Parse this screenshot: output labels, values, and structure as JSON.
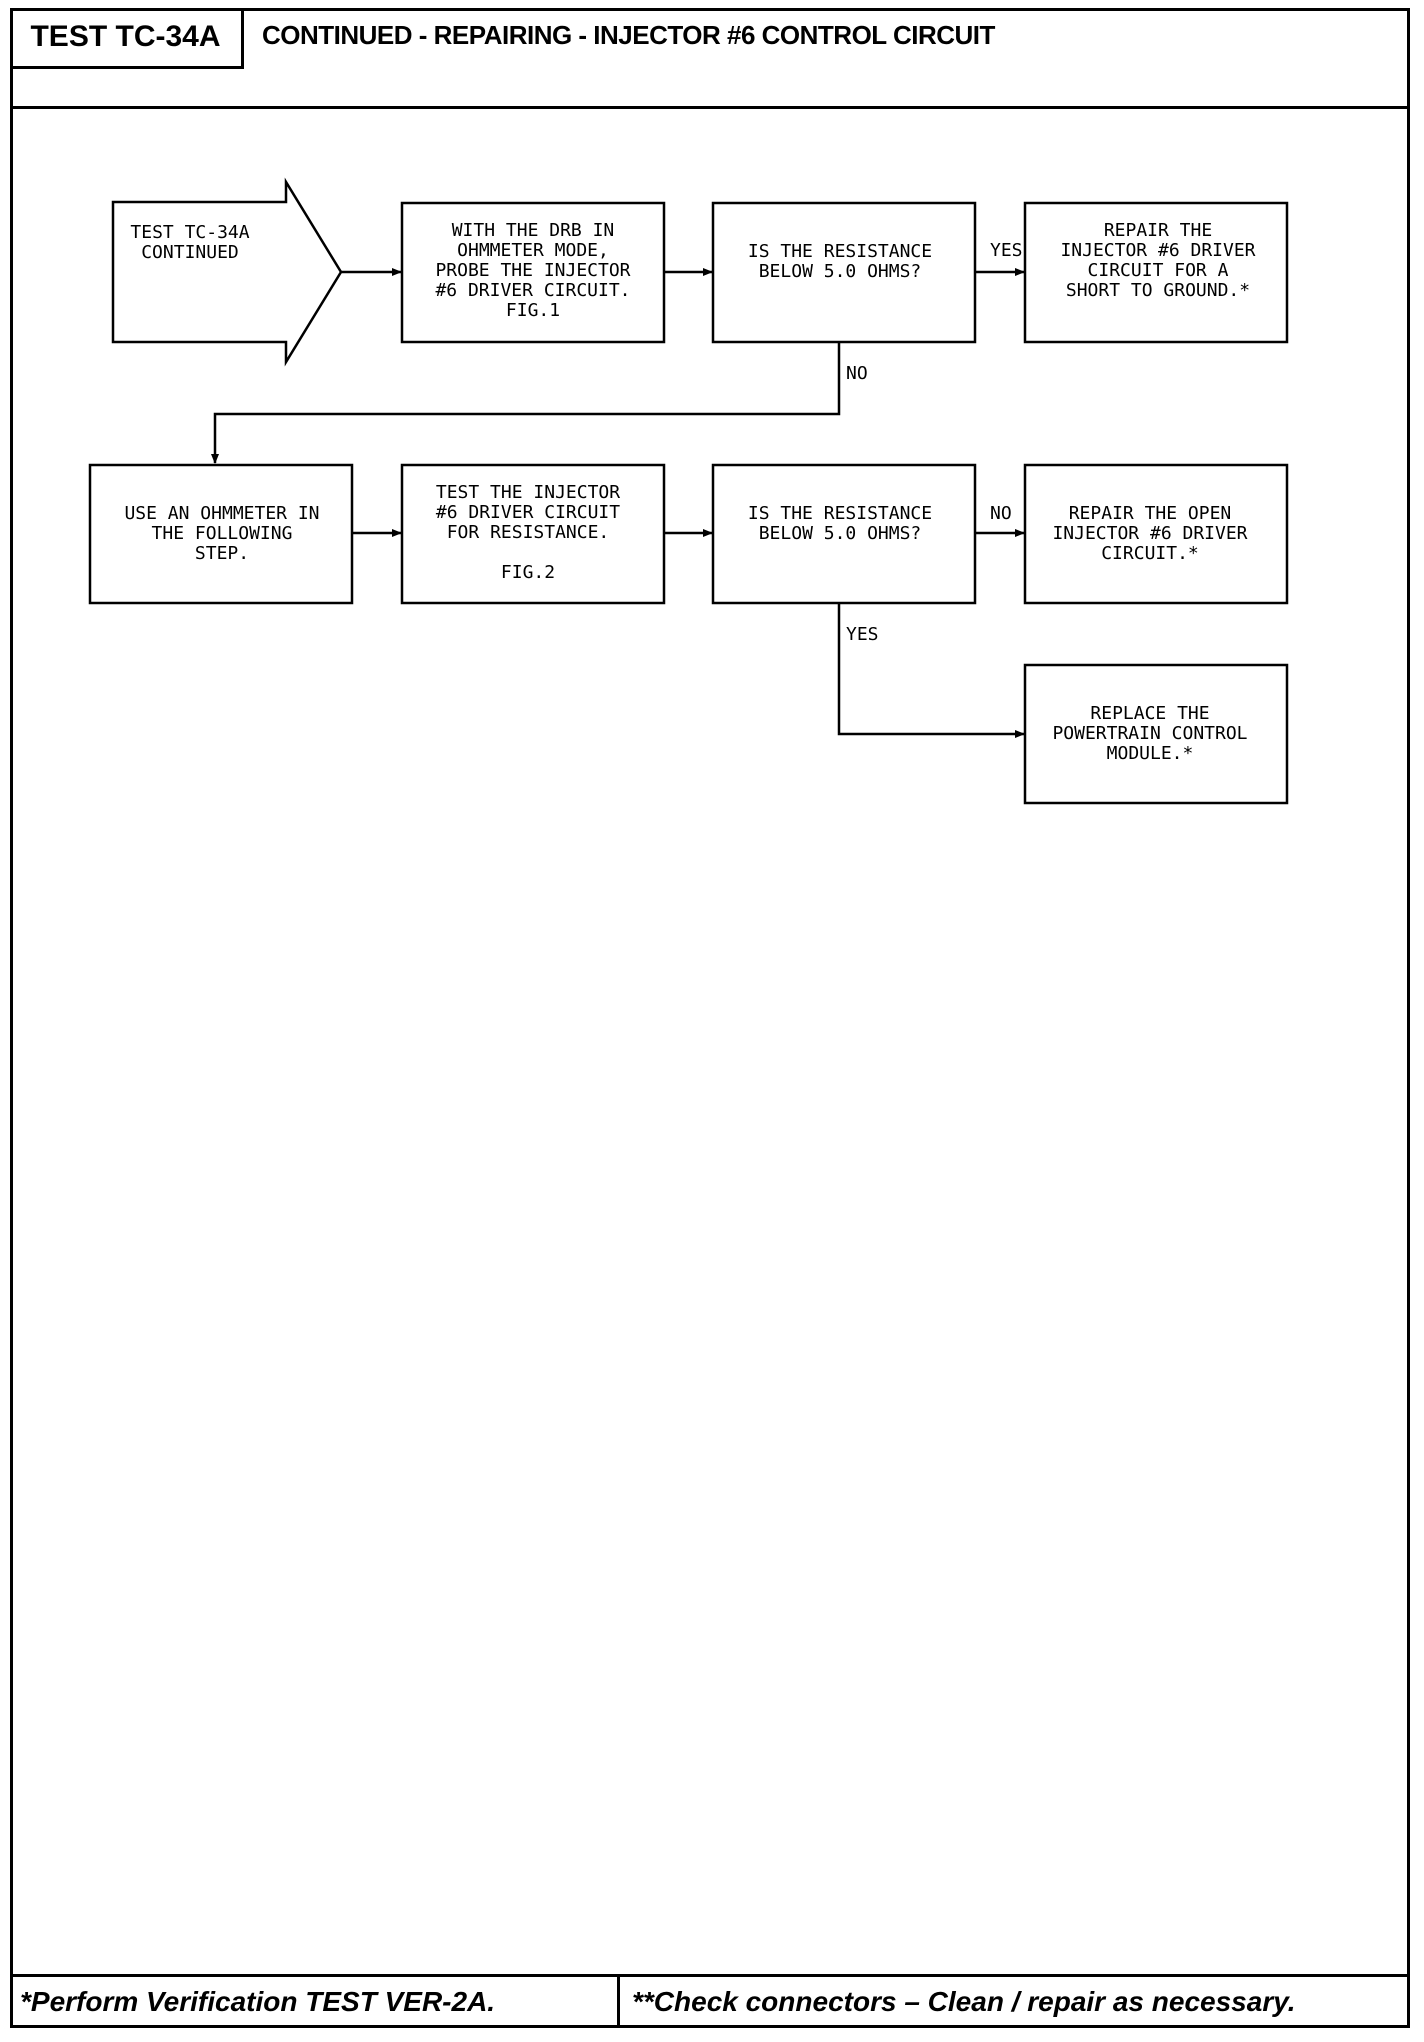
{
  "header": {
    "test_id": "TEST TC-34A",
    "title": "CONTINUED -  REPAIRING - INJECTOR #6 CONTROL CIRCUIT"
  },
  "flowchart": {
    "start": [
      "TEST TC-34A",
      "CONTINUED"
    ],
    "step_probe": [
      "WITH THE DRB IN",
      "OHMMETER MODE,",
      "PROBE THE INJECTOR",
      "#6 DRIVER CIRCUIT.",
      "FIG.1"
    ],
    "decision_1": [
      "IS THE RESISTANCE",
      "BELOW 5.0 OHMS?"
    ],
    "result_short": [
      "REPAIR THE",
      "INJECTOR #6 DRIVER",
      "CIRCUIT FOR A",
      "SHORT TO GROUND.*"
    ],
    "step_ohmmeter": [
      "USE AN OHMMETER IN",
      "THE FOLLOWING",
      "STEP."
    ],
    "step_test": [
      "TEST THE INJECTOR",
      "#6 DRIVER CIRCUIT",
      "FOR RESISTANCE.",
      "",
      "FIG.2"
    ],
    "decision_2": [
      "IS THE RESISTANCE",
      "BELOW 5.0 OHMS?"
    ],
    "result_open": [
      "REPAIR THE OPEN",
      "INJECTOR #6 DRIVER",
      "CIRCUIT.*"
    ],
    "result_replace": [
      "REPLACE THE",
      "POWERTRAIN CONTROL",
      "MODULE.*"
    ],
    "labels": {
      "yes_1": "YES",
      "no_1": "NO",
      "no_2": "NO",
      "yes_2": "YES"
    }
  },
  "footer": {
    "left": "*Perform Verification TEST VER-2A.",
    "right": "**Check connectors – Clean / repair as necessary."
  }
}
